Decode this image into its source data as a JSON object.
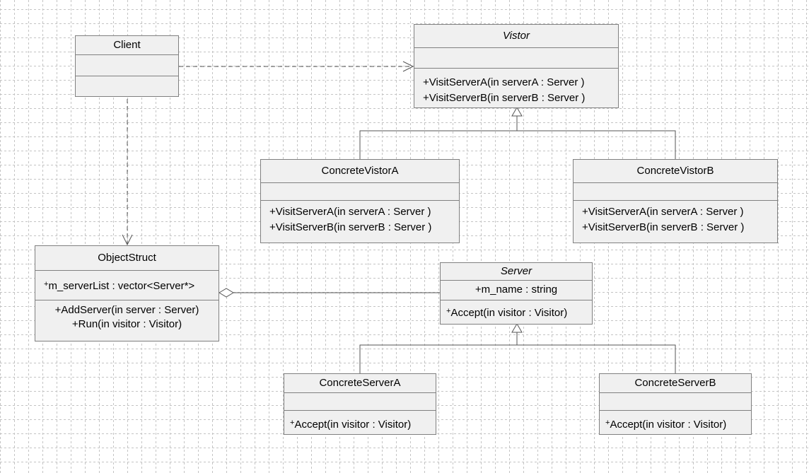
{
  "classes": {
    "client": {
      "name": "Client",
      "attributes": [],
      "operations": []
    },
    "vistor": {
      "name": "Vistor",
      "operations": [
        "VisitServerA(in serverA : Server )",
        "VisitServerB(in serverB : Server )"
      ]
    },
    "concrete_vistor_a": {
      "name": "ConcreteVistorA",
      "operations": [
        "VisitServerA(in serverA : Server )",
        "VisitServerB(in serverB : Server )"
      ]
    },
    "concrete_vistor_b": {
      "name": "ConcreteVistorB",
      "operations": [
        "VisitServerA(in serverA : Server )",
        "VisitServerB(in serverB : Server )"
      ]
    },
    "object_struct": {
      "name": "ObjectStruct",
      "attributes": [
        "m_serverList : vector<Server*>"
      ],
      "operations": [
        "AddServer(in server : Server)",
        "Run(in visitor : Visitor)"
      ]
    },
    "server": {
      "name": "Server",
      "attributes": [
        "m_name : string"
      ],
      "operations": [
        "Accept(in visitor : Visitor)"
      ]
    },
    "concrete_server_a": {
      "name": "ConcreteServerA",
      "operations": [
        "Accept(in visitor : Visitor)"
      ]
    },
    "concrete_server_b": {
      "name": "ConcreteServerB",
      "operations": [
        "Accept(in visitor : Visitor)"
      ]
    }
  },
  "visibility_symbol": "+",
  "colors": {
    "box_fill": "#f0f0f0",
    "box_border": "#808080",
    "line": "#555555",
    "grid": "#bdbdbd"
  }
}
